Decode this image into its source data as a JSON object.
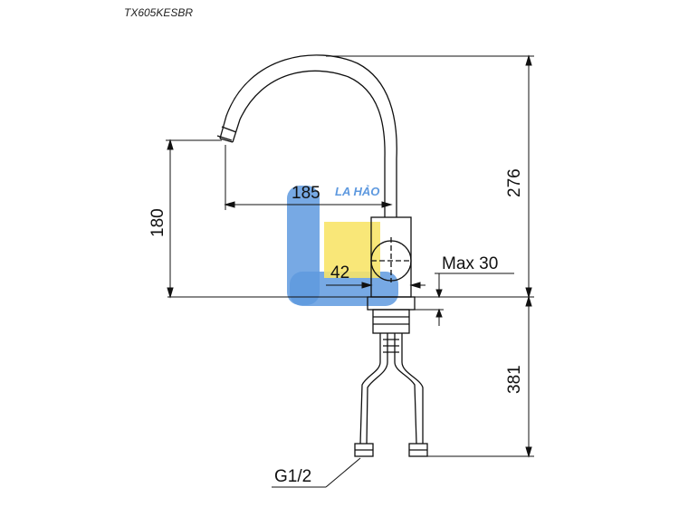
{
  "model_code": "TX605KESBR",
  "watermark": {
    "text": "LA HẢO",
    "blue": "#4d8fdc",
    "yellow": "#f7e25a"
  },
  "dimensions": {
    "height_total": "276",
    "spout_height": "180",
    "spout_reach": "185",
    "base_diameter": "42",
    "max_counter": "Max 30",
    "hose_length": "381",
    "thread": "G1/2"
  }
}
